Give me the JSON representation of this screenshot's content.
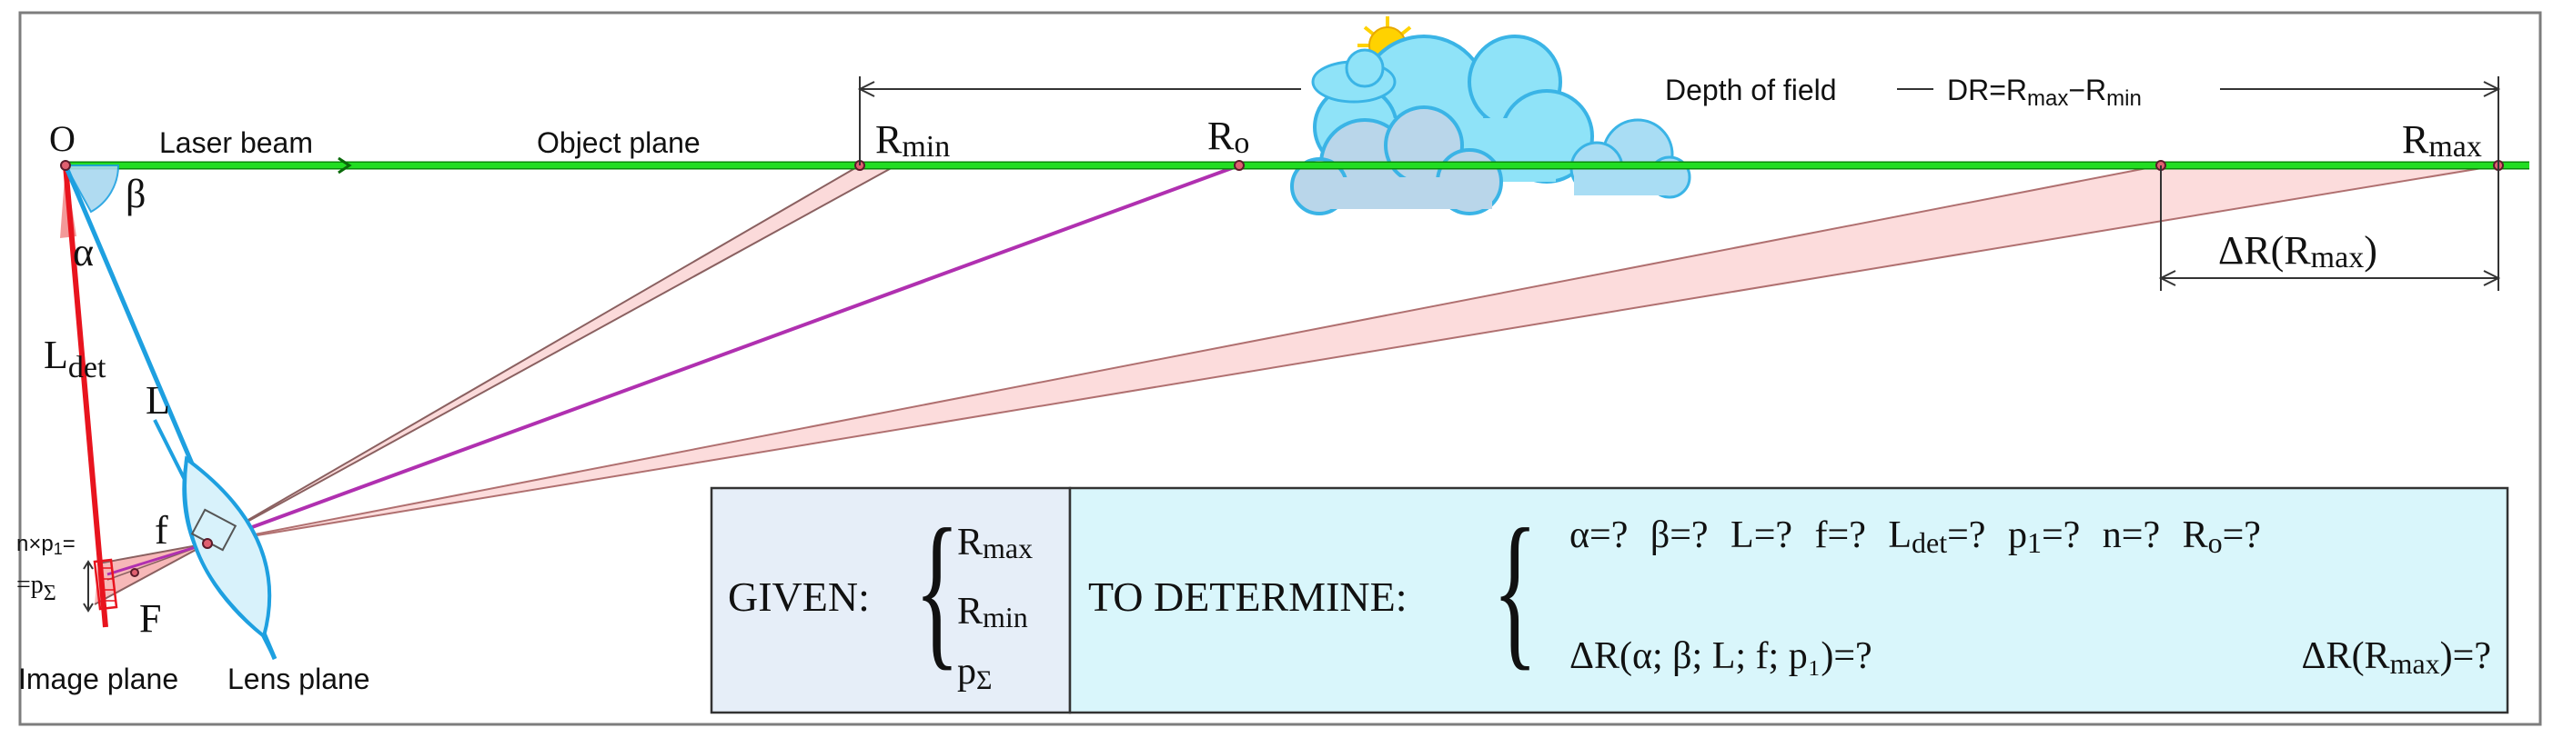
{
  "colors": {
    "beam": "#22dd22",
    "beam_dark": "#0a8a0a",
    "lens_axis": "#1ea0e0",
    "image_plane": "#e8141e",
    "center_ray": "#b030b0",
    "cone_fill": "#fbd6d6",
    "cone_edge": "#b07070",
    "given_bg": "#e6eef8",
    "determine_bg": "#d9f6fb",
    "frame": "#7d7d7d",
    "cloud_fill": "#8fe3f8",
    "cloud_fill_2": "#b9d6ea",
    "cloud_edge": "#3ab4e6",
    "sun": "#ffd200"
  },
  "labels": {
    "origin": "O",
    "laser_beam": "Laser beam",
    "object_plane": "Object plane",
    "rmin": "R",
    "rmin_sub": "min",
    "ro": "R",
    "ro_sub": "o",
    "rmax": "R",
    "rmax_sub": "max",
    "dof_text": "Depth of field",
    "dr_pre": "DR=R",
    "dr_sub1": "max",
    "dr_mid": "−R",
    "dr_sub2": "min",
    "delta_r_pre": "ΔR(R",
    "delta_r_sub": "max",
    "delta_r_post": ")",
    "beta": "β",
    "alpha": "α",
    "ldet": "L",
    "ldet_sub": "det",
    "l": "L",
    "f": "f",
    "F": "F",
    "npsum_line1": "n×p",
    "npsum_line1_sub": "1",
    "npsum_line1_post": "=",
    "npsum_line2": "=p",
    "npsum_line2_sub": "Σ",
    "image_plane": "Image plane",
    "lens_plane": "Lens plane"
  },
  "given": {
    "title": "GIVEN:",
    "items": [
      {
        "main": "R",
        "sub": "max"
      },
      {
        "main": "R",
        "sub": "min"
      },
      {
        "main": "p",
        "sub": "Σ"
      }
    ]
  },
  "determine": {
    "title": "TO DETERMINE:",
    "row1": [
      {
        "main": "α=?"
      },
      {
        "main": "β=?"
      },
      {
        "main": "L=?"
      },
      {
        "main": "f=?"
      },
      {
        "main": "L",
        "sub": "det",
        "post": "=?"
      },
      {
        "main": "p",
        "sub": "1",
        "post": "=?"
      },
      {
        "main": "n=?"
      },
      {
        "main": "R",
        "sub": "o",
        "post": "=?"
      }
    ],
    "row2_left": "ΔR(α; β; L; f; p₁)=?",
    "row2_right_pre": "ΔR(R",
    "row2_right_sub": "max",
    "row2_right_post": ")=?"
  }
}
